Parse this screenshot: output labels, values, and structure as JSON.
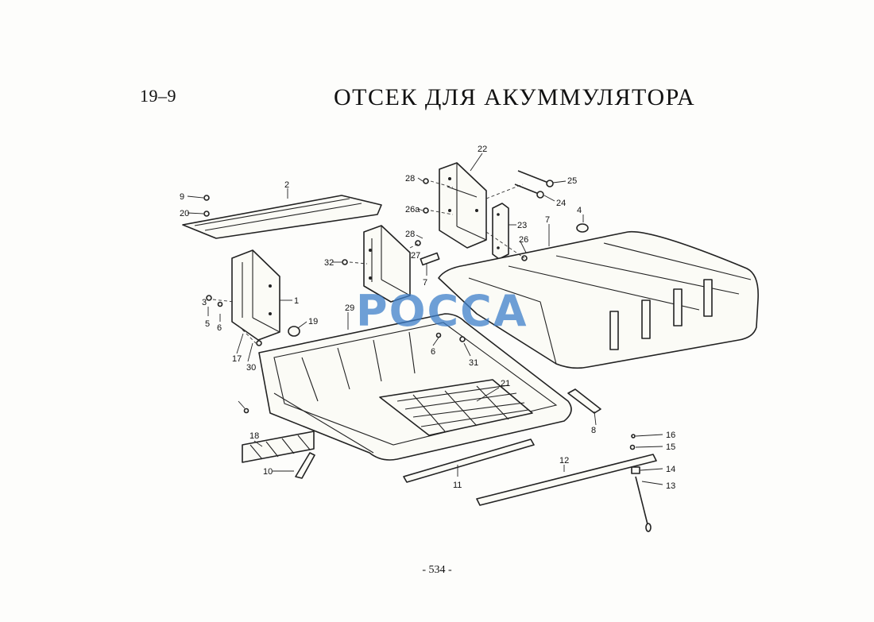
{
  "header": {
    "section_number": "19–9",
    "title": "ОТСЕК ДЛЯ АКУММУЛЯТОРА"
  },
  "watermark": "РОССА",
  "footer": {
    "page_number": "- 534 -"
  },
  "callouts": [
    "1",
    "2",
    "3",
    "4",
    "5",
    "6",
    "6",
    "7",
    "7",
    "8",
    "9",
    "10",
    "11",
    "12",
    "13",
    "14",
    "15",
    "16",
    "17",
    "18",
    "19",
    "20",
    "21",
    "22",
    "23",
    "24",
    "25",
    "26",
    "26a",
    "27",
    "28",
    "28",
    "29",
    "30",
    "31",
    "32"
  ],
  "colors": {
    "line": "#222222",
    "paper": "#fdfdfb",
    "watermark": "#3d7fc9"
  }
}
